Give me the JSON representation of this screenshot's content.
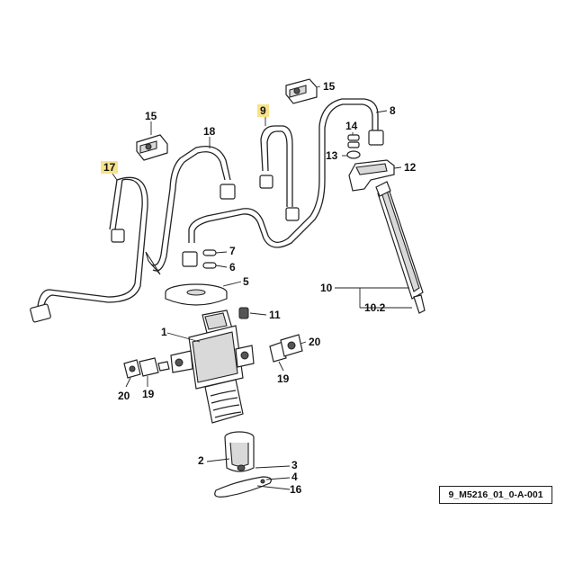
{
  "reference_code": "9_M5216_01_0-A-001",
  "highlight_color": "#f7e38a",
  "callouts": {
    "c1": "1",
    "c2": "2",
    "c3": "3",
    "c4": "4",
    "c5": "5",
    "c6": "6",
    "c7": "7",
    "c8": "8",
    "c9": "9",
    "c10": "10",
    "c10_2": "10.2",
    "c11": "11",
    "c12": "12",
    "c13": "13",
    "c14": "14",
    "c15a": "15",
    "c15b": "15",
    "c16": "16",
    "c17": "17",
    "c18": "18",
    "c19a": "19",
    "c19b": "19",
    "c20a": "20",
    "c20b": "20"
  }
}
